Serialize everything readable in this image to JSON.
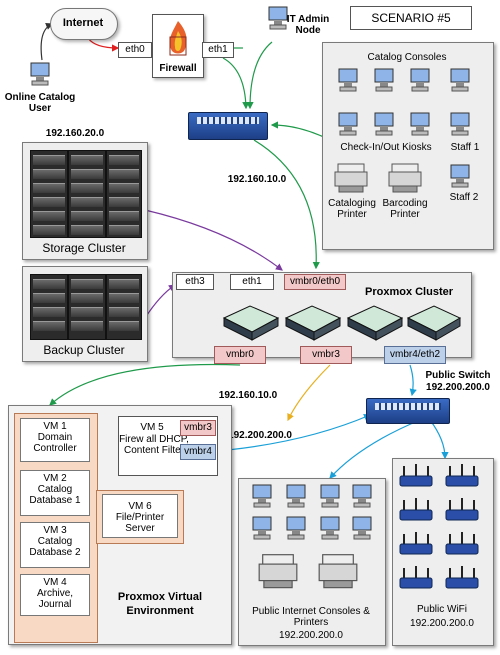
{
  "internet": {
    "label": "Internet"
  },
  "online_user": {
    "label": "Online Catalog User"
  },
  "firewall": {
    "label": "Firewall",
    "eth0": "eth0",
    "eth1": "eth1"
  },
  "it_admin": {
    "label": "IT Admin Node"
  },
  "scenario": {
    "label": "SCENARIO #5"
  },
  "catalog": {
    "title": "Catalog Consoles",
    "kiosks": "Check-In/Out Kiosks",
    "staff1": "Staff 1",
    "staff2": "Staff 2",
    "cataloging_printer": "Cataloging Printer",
    "barcoding_printer": "Barcoding Printer"
  },
  "storage": {
    "ip": "192.160.20.0",
    "label": "Storage Cluster"
  },
  "backup": {
    "label": "Backup Cluster"
  },
  "lan_ip": "192.160.10.0",
  "proxmox_cluster": {
    "title": "Proxmox Cluster",
    "eth3": "eth3",
    "eth1": "eth1",
    "vmbr0_eth0": "vmbr0/eth0",
    "vmbr0": "vmbr0",
    "vmbr3": "vmbr3",
    "vmbr4_eth2": "vmbr4/eth2"
  },
  "public_switch": {
    "label": "Public Switch",
    "ip": "192.200.200.0"
  },
  "vm5": {
    "title": "VM 5",
    "desc": "Firew all DHCP, Content Filter",
    "vmbr3": "vmbr3",
    "vmbr4": "vmbr4"
  },
  "vm_ip_lan": "192.160.10.0",
  "vm_ip_pub": "192.200.200.0",
  "vms": [
    {
      "title": "VM 1",
      "desc": "Domain Controller"
    },
    {
      "title": "VM 2",
      "desc": "Catalog Database 1"
    },
    {
      "title": "VM 3",
      "desc": "Catalog Database 2"
    },
    {
      "title": "VM 4",
      "desc": "Archive, Journal"
    }
  ],
  "vm6": {
    "title": "VM 6",
    "desc": "File/Printer Server"
  },
  "pve": {
    "title": "Proxmox Virtual Environment"
  },
  "public_consoles": {
    "label": "Public Internet Consoles & Printers",
    "ip": "192.200.200.0"
  },
  "public_wifi": {
    "label": "Public WiFi",
    "ip": "192.200.200.0"
  }
}
